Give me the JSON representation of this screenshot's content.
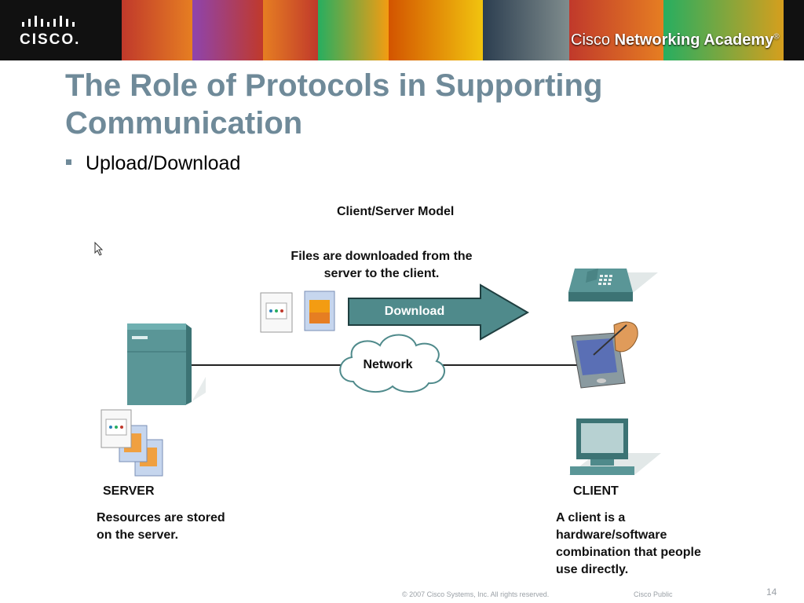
{
  "banner": {
    "logo_text": "CISCO.",
    "academy_prefix": "Cisco ",
    "academy_name": "Networking Academy",
    "academy_mark": "®"
  },
  "slide": {
    "title": "The Role of Protocols in Supporting Communication",
    "bullet": "Upload/Download"
  },
  "diagram": {
    "heading": "Client/Server Model",
    "download_caption_line1": "Files are downloaded from the",
    "download_caption_line2": "server to the client.",
    "arrow_label": "Download",
    "network_label": "Network",
    "server_label": "SERVER",
    "server_desc_line1": "Resources are stored",
    "server_desc_line2": "on the server.",
    "client_label": "CLIENT",
    "client_desc_line1": "A client is a",
    "client_desc_line2": "hardware/software",
    "client_desc_line3": "combination that people",
    "client_desc_line4": "use directly."
  },
  "footer": {
    "copyright": "© 2007 Cisco Systems, Inc. All rights reserved.",
    "classification": "Cisco Public",
    "page_number": "14"
  },
  "colors": {
    "title": "#6f8a99",
    "device_teal": "#4f8a8b",
    "arrow_fill": "#4f8a8b"
  }
}
